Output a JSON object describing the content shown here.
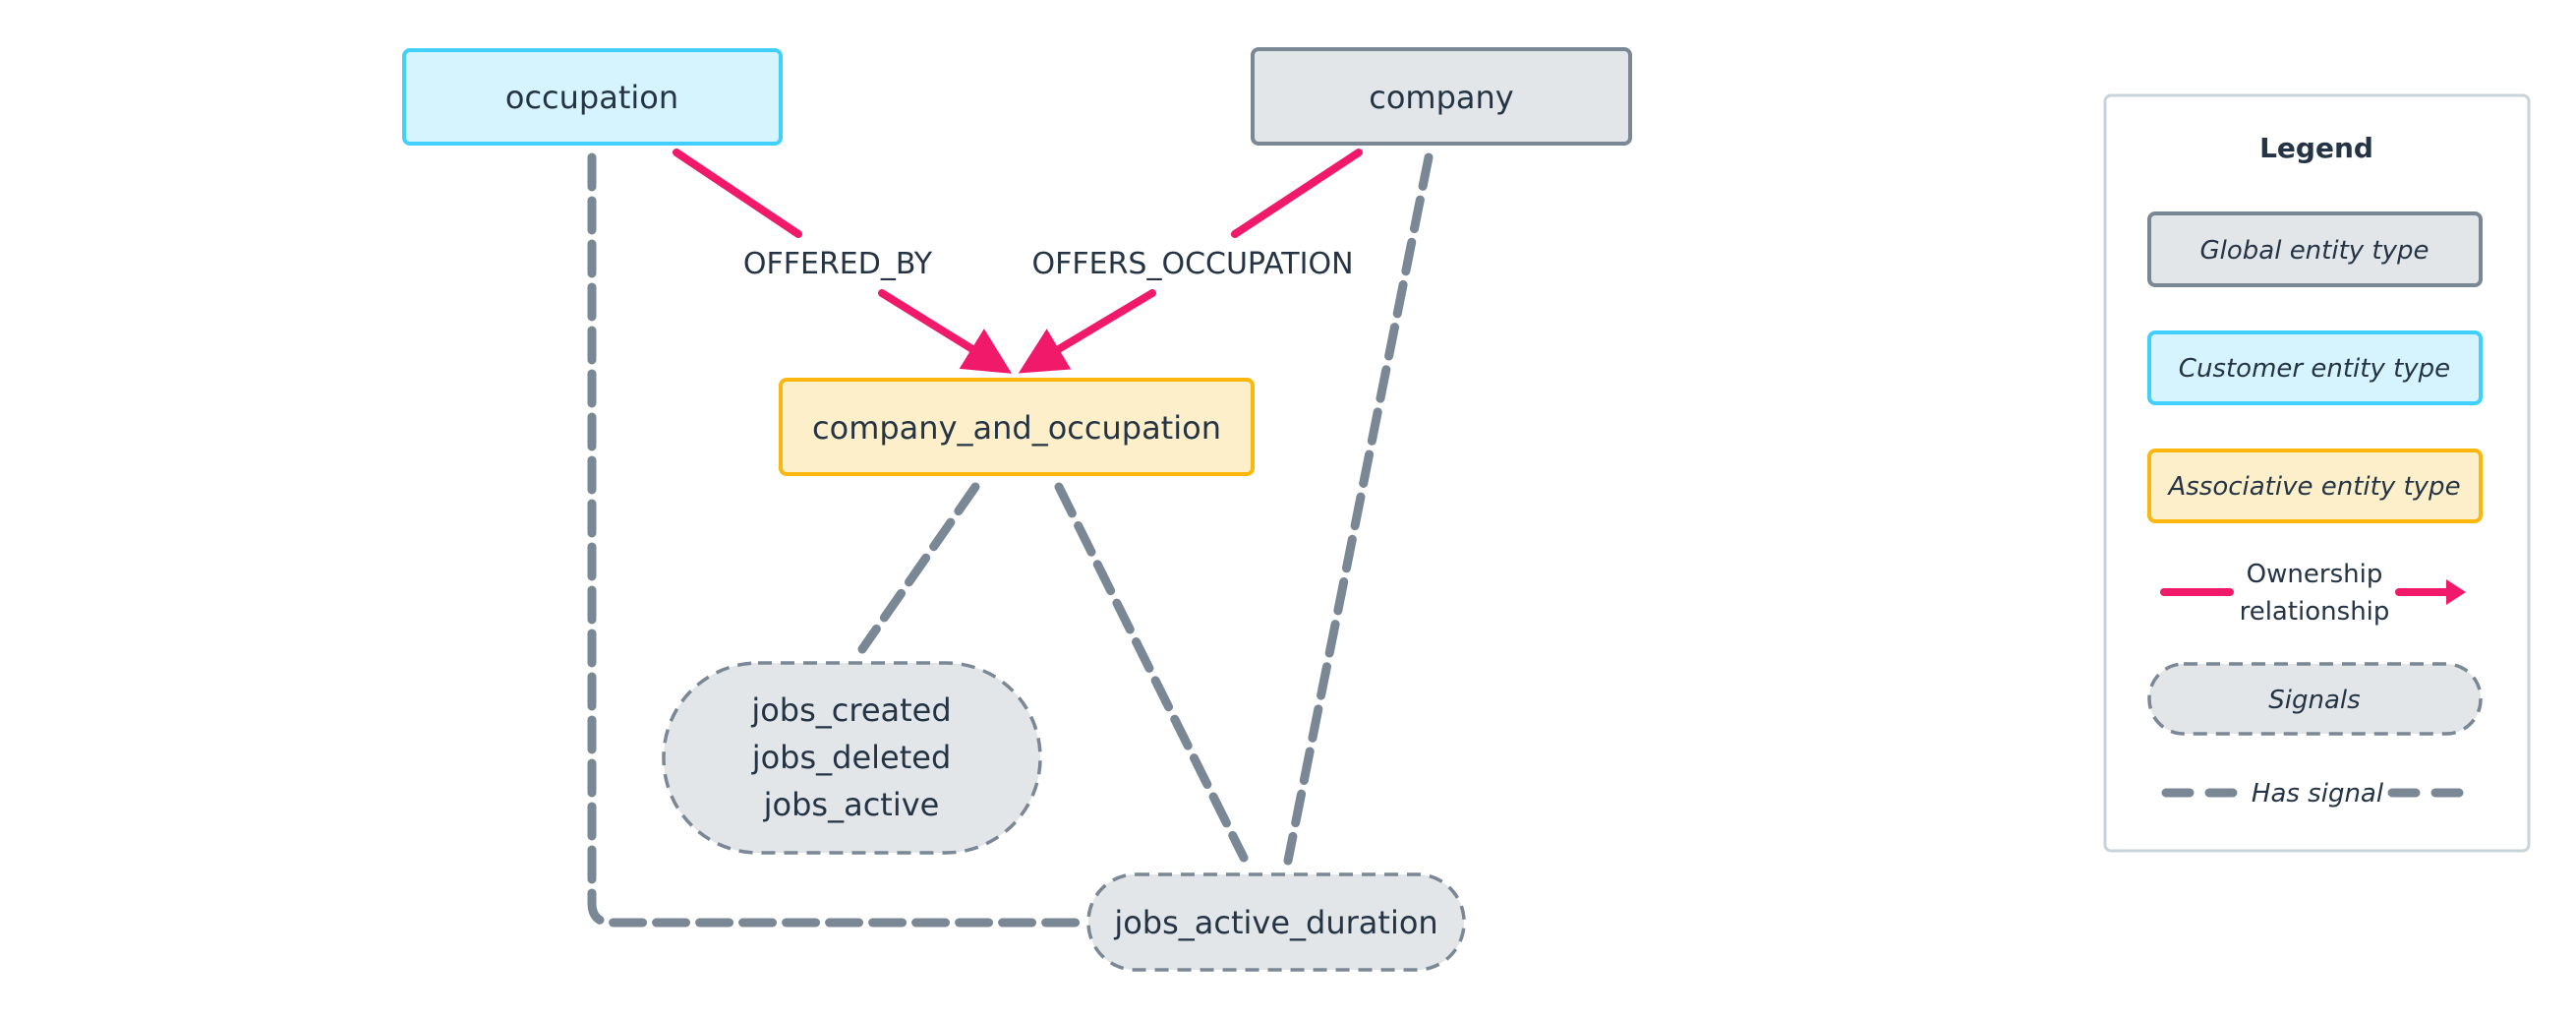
{
  "colors": {
    "ownership": "#f0196a",
    "signal_line": "#7a8795",
    "global_fill": "#e2e6e9",
    "global_stroke": "#7a8795",
    "customer_fill": "#d6f4fd",
    "customer_stroke": "#40d0fb",
    "associative_fill": "#fdefca",
    "associative_stroke": "#fcb70e",
    "signal_fill": "#e2e6e9",
    "text": "#243444",
    "legend_border": "#c9d3da"
  },
  "nodes": {
    "occupation": {
      "label": "occupation",
      "kind": "customer"
    },
    "company": {
      "label": "company",
      "kind": "global"
    },
    "company_and_occupation": {
      "label": "company_and_occupation",
      "kind": "associative"
    }
  },
  "signals": {
    "group1": [
      "jobs_created",
      "jobs_deleted",
      "jobs_active"
    ],
    "group2": [
      "jobs_active_duration"
    ]
  },
  "edges": {
    "offered_by": "OFFERED_BY",
    "offers_occupation": "OFFERS_OCCUPATION"
  },
  "legend": {
    "title": "Legend",
    "global": "Global entity type",
    "customer": "Customer entity type",
    "associative": "Associative entity type",
    "ownership_line1": "Ownership",
    "ownership_line2": "relationship",
    "signals": "Signals",
    "has_signal": "Has signal"
  }
}
